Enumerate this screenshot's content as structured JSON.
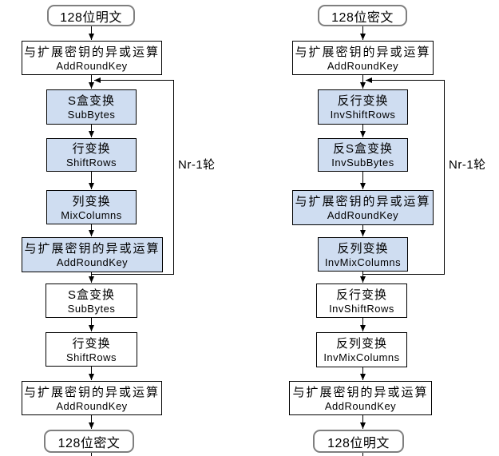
{
  "colors": {
    "highlight_fill": "#CFDDF1",
    "box_border": "#000000",
    "terminal_border": "#7f7f7f",
    "line_color": "#000000"
  },
  "charts": [
    {
      "id": "encryption",
      "loop_label": "Nr-1轮",
      "nodes": [
        {
          "label": "128位明文"
        },
        {
          "label": "与扩展密钥的异或运算",
          "sublabel": "AddRoundKey"
        },
        {
          "label": "S盒变换",
          "sublabel": "SubBytes"
        },
        {
          "label": "行变换",
          "sublabel": "ShiftRows"
        },
        {
          "label": "列变换",
          "sublabel": "MixColumns"
        },
        {
          "label": "与扩展密钥的异或运算",
          "sublabel": "AddRoundKey"
        },
        {
          "label": "S盒变换",
          "sublabel": "SubBytes"
        },
        {
          "label": "行变换",
          "sublabel": "ShiftRows"
        },
        {
          "label": "与扩展密钥的异或运算",
          "sublabel": "AddRoundKey"
        },
        {
          "label": "128位密文"
        }
      ]
    },
    {
      "id": "decryption",
      "loop_label": "Nr-1轮",
      "nodes": [
        {
          "label": "128位密文"
        },
        {
          "label": "与扩展密钥的异或运算",
          "sublabel": "AddRoundKey"
        },
        {
          "label": "反行变换",
          "sublabel": "InvShiftRows"
        },
        {
          "label": "反S盒变换",
          "sublabel": "InvSubBytes"
        },
        {
          "label": "与扩展密钥的异或运算",
          "sublabel": "AddRoundKey"
        },
        {
          "label": "反列变换",
          "sublabel": "InvMixColumns"
        },
        {
          "label": "反行变换",
          "sublabel": "InvShiftRows"
        },
        {
          "label": "反列变换",
          "sublabel": "InvMixColumns"
        },
        {
          "label": "与扩展密钥的异或运算",
          "sublabel": "AddRoundKey"
        },
        {
          "label": "128位明文"
        }
      ]
    }
  ]
}
